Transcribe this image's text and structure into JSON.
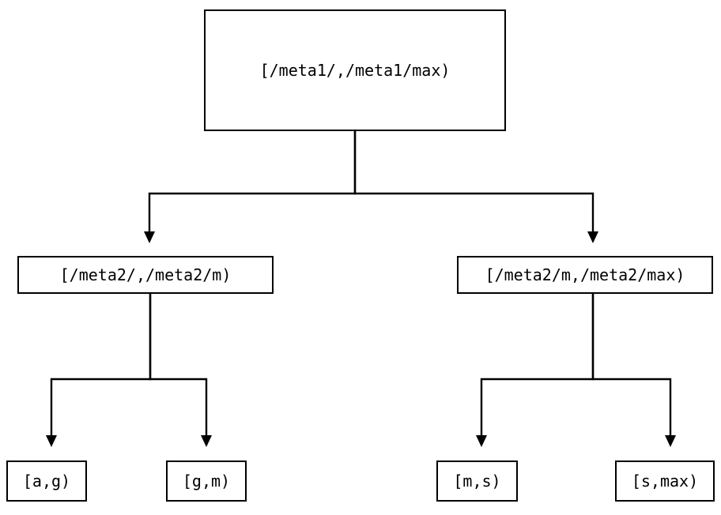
{
  "diagram": {
    "type": "interval-tree",
    "orientation": "top-down",
    "background_color": "#ffffff",
    "line_color": "#000000",
    "text_color": "#000000",
    "nodes": {
      "root": {
        "label": "[/meta1/,/meta1/max)"
      },
      "mid_left": {
        "label": "[/meta2/,/meta2/m)"
      },
      "mid_right": {
        "label": "[/meta2/m,/meta2/max)"
      },
      "leaf_1": {
        "label": "[a,g)"
      },
      "leaf_2": {
        "label": "[g,m)"
      },
      "leaf_3": {
        "label": "[m,s)"
      },
      "leaf_4": {
        "label": "[s,max)"
      }
    }
  }
}
